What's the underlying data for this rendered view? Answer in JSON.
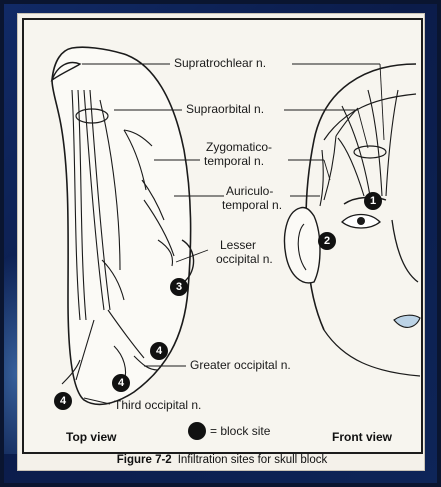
{
  "labels": {
    "supratrochlear": "Supratrochlear n.",
    "supraorbital": "Supraorbital n.",
    "zygomatico_1": "Zygomatico-",
    "zygomatico_2": "temporal n.",
    "auriculo_1": "Auriculo-",
    "auriculo_2": "temporal n.",
    "lesser_1": "Lesser",
    "lesser_2": "occipital n.",
    "greater": "Greater occipital n.",
    "third": "Third occipital n."
  },
  "legend": {
    "text": "= block site"
  },
  "views": {
    "top": "Top view",
    "front": "Front view"
  },
  "caption": {
    "number": "Figure 7-2",
    "text": "Infiltration sites for skull block"
  },
  "block_sites": [
    "1",
    "2",
    "3",
    "4",
    "4",
    "4"
  ]
}
